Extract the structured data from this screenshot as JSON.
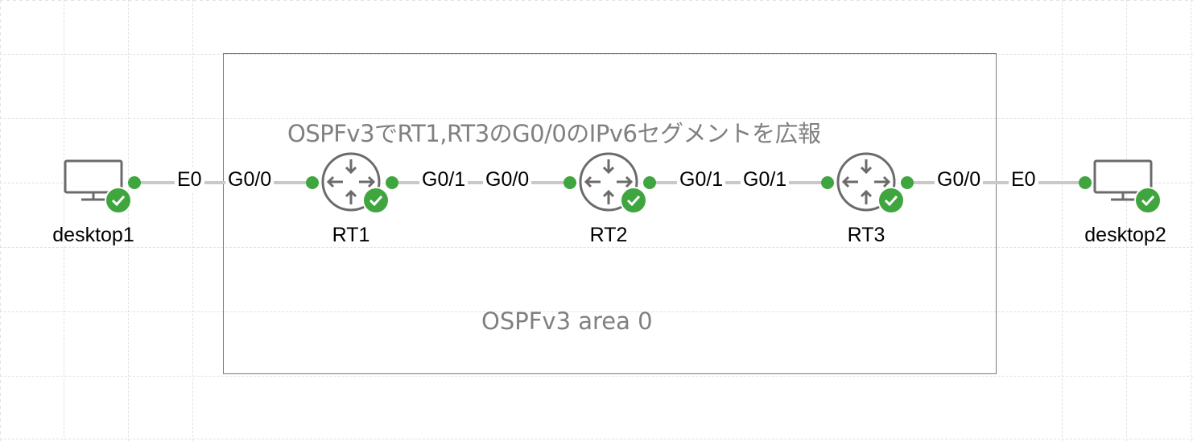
{
  "diagram": {
    "title": "OSPFv3でRT1,RT3のG0/0のIPv6セグメントを広報",
    "area_label": "OSPFv3 area 0",
    "status_color": "#3fa63f",
    "link_color": "#c9c9c9",
    "nodes": [
      {
        "id": "desktop1",
        "label": "desktop1",
        "type": "desktop",
        "status": "ok"
      },
      {
        "id": "RT1",
        "label": "RT1",
        "type": "router",
        "status": "ok"
      },
      {
        "id": "RT2",
        "label": "RT2",
        "type": "router",
        "status": "ok"
      },
      {
        "id": "RT3",
        "label": "RT3",
        "type": "router",
        "status": "ok"
      },
      {
        "id": "desktop2",
        "label": "desktop2",
        "type": "desktop",
        "status": "ok"
      }
    ],
    "links": [
      {
        "from": "desktop1",
        "from_port": "E0",
        "to": "RT1",
        "to_port": "G0/0"
      },
      {
        "from": "RT1",
        "from_port": "G0/1",
        "to": "RT2",
        "to_port": "G0/0"
      },
      {
        "from": "RT2",
        "from_port": "G0/1",
        "to": "RT3",
        "to_port": "G0/1"
      },
      {
        "from": "RT3",
        "from_port": "G0/0",
        "to": "desktop2",
        "to_port": "E0"
      }
    ]
  }
}
